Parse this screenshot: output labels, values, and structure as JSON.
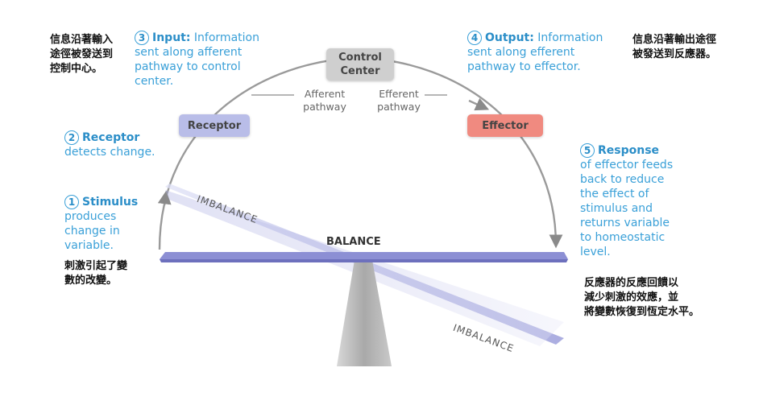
{
  "nodes": {
    "control_center": "Control\nCenter",
    "receptor": "Receptor",
    "effector": "Effector"
  },
  "pathways": {
    "afferent": "Afferent\npathway",
    "efferent": "Efferent\npathway"
  },
  "steps": {
    "s1": {
      "num": "1",
      "title": "Stimulus",
      "text": "produces\nchange in\nvariable."
    },
    "s2": {
      "num": "2",
      "title": "Receptor",
      "text": "detects change."
    },
    "s3": {
      "num": "3",
      "title": "Input:",
      "text_inline": " Information",
      "text": "sent along afferent\npathway to control\ncenter."
    },
    "s4": {
      "num": "4",
      "title": "Output:",
      "text_inline": " Information",
      "text": "sent along efferent\npathway to effector."
    },
    "s5": {
      "num": "5",
      "title": "Response",
      "text": "of effector feeds\nback to reduce\nthe effect of\nstimulus and\nreturns variable\nto homeostatic\nlevel."
    }
  },
  "chinese": {
    "input": "信息沿著輸入\n途徑被發送到\n控制中心。",
    "output": "信息沿著輸出途徑\n被發送到反應器。",
    "stimulus": "刺激引起了變\n數的改變。",
    "response": "反應器的反應回饋以\n減少刺激的效應，並\n將變數恢復到恆定水平。"
  },
  "seesaw": {
    "imbalance_top": "IMBALANCE",
    "balance": "BALANCE",
    "imbalance_bottom": "IMBALANCE"
  },
  "colors": {
    "accent_blue": "#3aa0d8",
    "receptor_fill": "#b9bde8",
    "effector_fill": "#f08a80",
    "control_fill": "#cfcfcf",
    "beam": "#8c8fd4"
  }
}
